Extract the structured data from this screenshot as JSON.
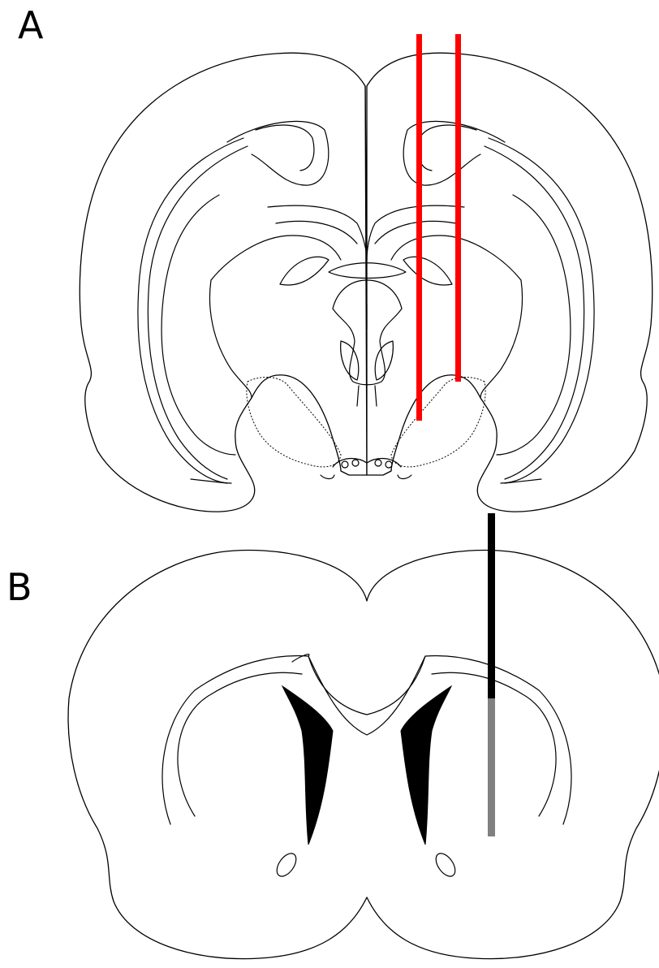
{
  "panels": [
    {
      "label": "A"
    },
    {
      "label": "B"
    }
  ],
  "colors": {
    "probe_a": "#ff0000",
    "probe_b_upper": "#000000",
    "probe_b_lower": "#808080",
    "outline": "#000000",
    "background": "#ffffff"
  },
  "icons": {
    "panel_a": "coronal-brain-section-drawing",
    "panel_b": "coronal-brain-section-drawing"
  }
}
